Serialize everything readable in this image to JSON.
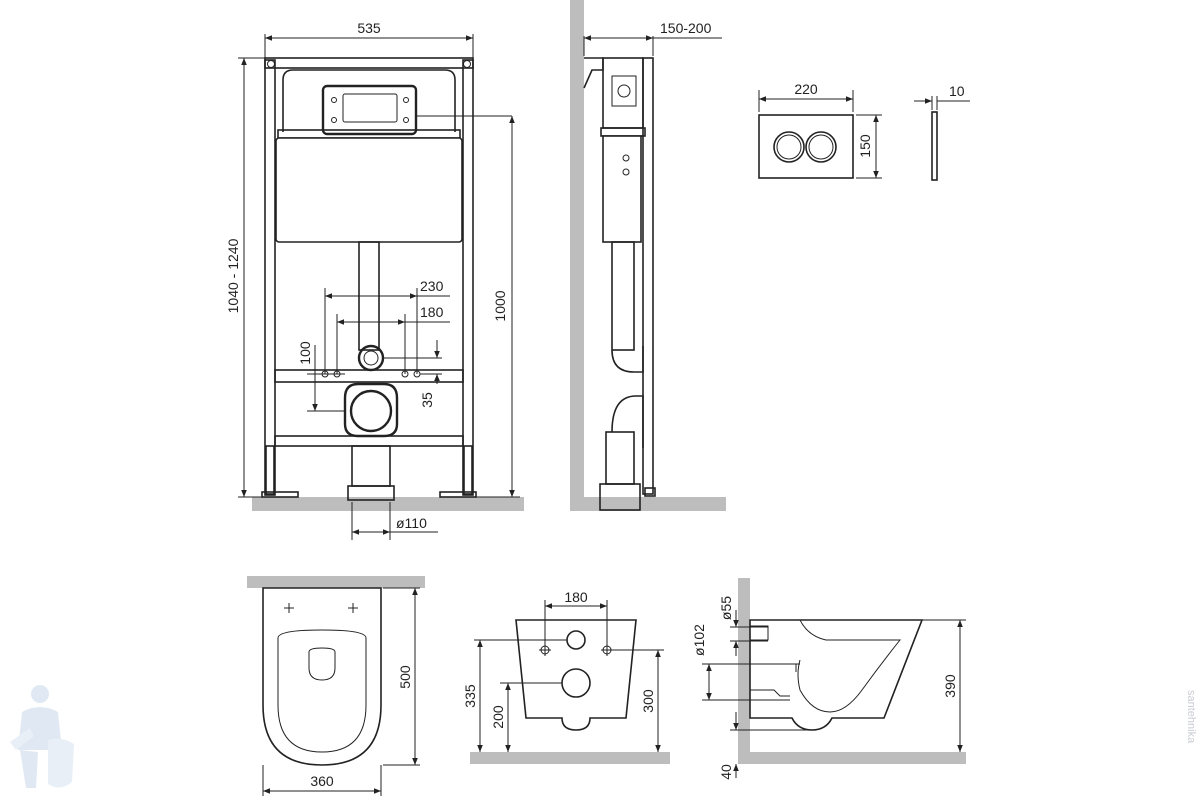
{
  "front_view": {
    "frame_width": "535",
    "height_range": "1040 - 1240",
    "height_top": "1000",
    "spacing_outer": "230",
    "spacing_inner": "180",
    "offset_100": "100",
    "offset_35": "35",
    "drain_diameter": "ø110"
  },
  "side_view": {
    "depth": "150-200"
  },
  "flush_plate": {
    "width": "220",
    "height": "150",
    "thickness": "10"
  },
  "bowl_top": {
    "length": "500",
    "width": "360"
  },
  "bowl_back": {
    "bolt_spacing": "180",
    "height_335": "335",
    "height_200": "200",
    "height_300": "300"
  },
  "bowl_side": {
    "inlet": "ø55",
    "outlet": "ø102",
    "height_390": "390",
    "gap_40": "40"
  },
  "watermark": {
    "text": "santehnika"
  }
}
